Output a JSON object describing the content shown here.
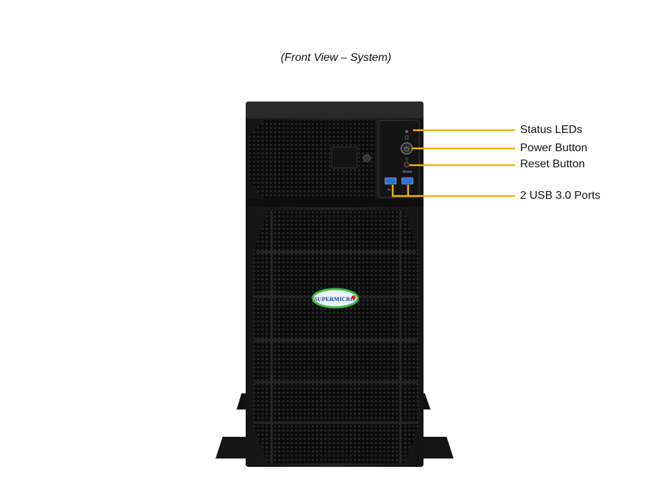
{
  "caption": "(Front View – System)",
  "callouts": {
    "status_leds": "Status LEDs",
    "power_button": "Power Button",
    "reset_button": "Reset Button",
    "usb_ports": "2 USB 3.0 Ports"
  },
  "panel": {
    "reset_text": "Reset"
  },
  "logo": {
    "text": "SUPERMICRO"
  },
  "colors": {
    "callout_line": "#f5b400",
    "chassis": "#1b1b1b",
    "usb_port": "#2f6fd6",
    "logo_ring": "#3fbf3f"
  }
}
